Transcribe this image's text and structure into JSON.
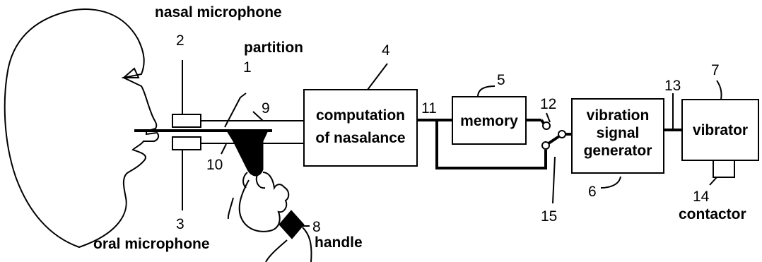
{
  "labels": {
    "nasal_microphone": "nasal microphone",
    "partition": "partition",
    "oral_microphone": "oral microphone",
    "handle": "handle",
    "contactor": "contactor"
  },
  "boxes": {
    "computation_line1": "computation",
    "computation_line2": "of nasalance",
    "memory": "memory",
    "vibration_line1": "vibration",
    "vibration_line2": "signal",
    "vibration_line3": "generator",
    "vibrator": "vibrator"
  },
  "reference_numbers": {
    "n1": "1",
    "n2": "2",
    "n3": "3",
    "n4": "4",
    "n5": "5",
    "n6": "6",
    "n7": "7",
    "n8": "8",
    "n9": "9",
    "n10": "10",
    "n11": "11",
    "n12": "12",
    "n13": "13",
    "n14": "14",
    "n15": "15"
  }
}
